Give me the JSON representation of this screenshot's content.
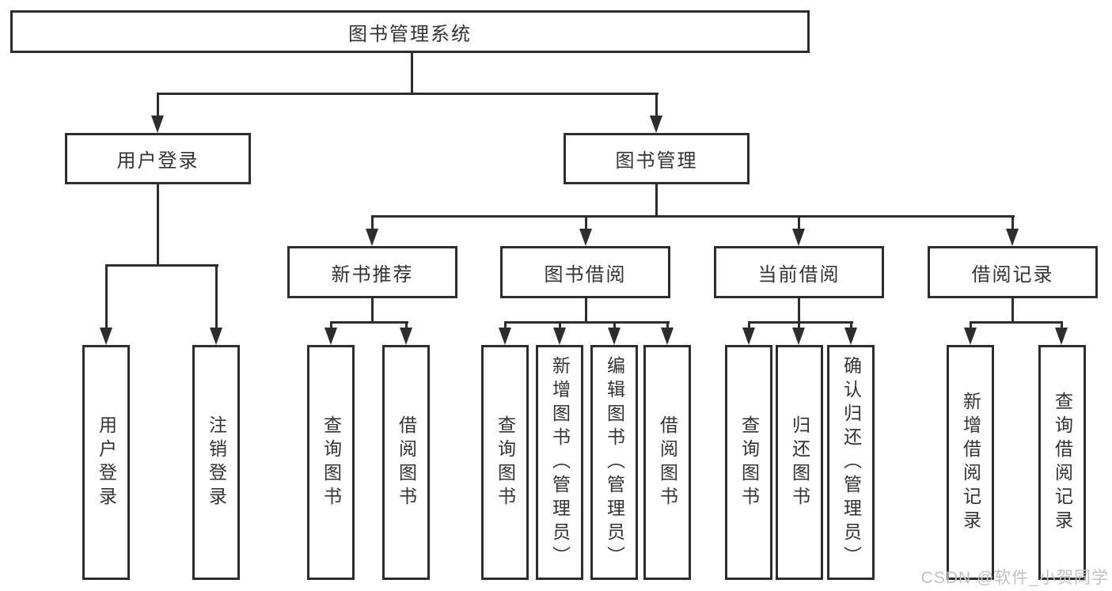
{
  "tree": {
    "label": "图书管理系统",
    "children": [
      {
        "label": "用户登录",
        "children": [
          {
            "label": "用户登录"
          },
          {
            "label": "注销登录"
          }
        ]
      },
      {
        "label": "图书管理",
        "children": [
          {
            "label": "新书推荐",
            "children": [
              {
                "label": "查询图书"
              },
              {
                "label": "借阅图书"
              }
            ]
          },
          {
            "label": "图书借阅",
            "children": [
              {
                "label": "查询图书"
              },
              {
                "label": "新增图书（管理员）"
              },
              {
                "label": "编辑图书（管理员）"
              },
              {
                "label": "借阅图书"
              }
            ]
          },
          {
            "label": "当前借阅",
            "children": [
              {
                "label": "查询图书"
              },
              {
                "label": "归还图书"
              },
              {
                "label": "确认归还（管理员）"
              }
            ]
          },
          {
            "label": "借阅记录",
            "children": [
              {
                "label": "新增借阅记录"
              },
              {
                "label": "查询借阅记录"
              }
            ]
          }
        ]
      }
    ]
  },
  "watermark": "CSDN @软件_小贺同学",
  "colors": {
    "line": "#2d2d2d",
    "text": "#333333",
    "watermark": "#c2c2c2",
    "background": "#ffffff"
  }
}
